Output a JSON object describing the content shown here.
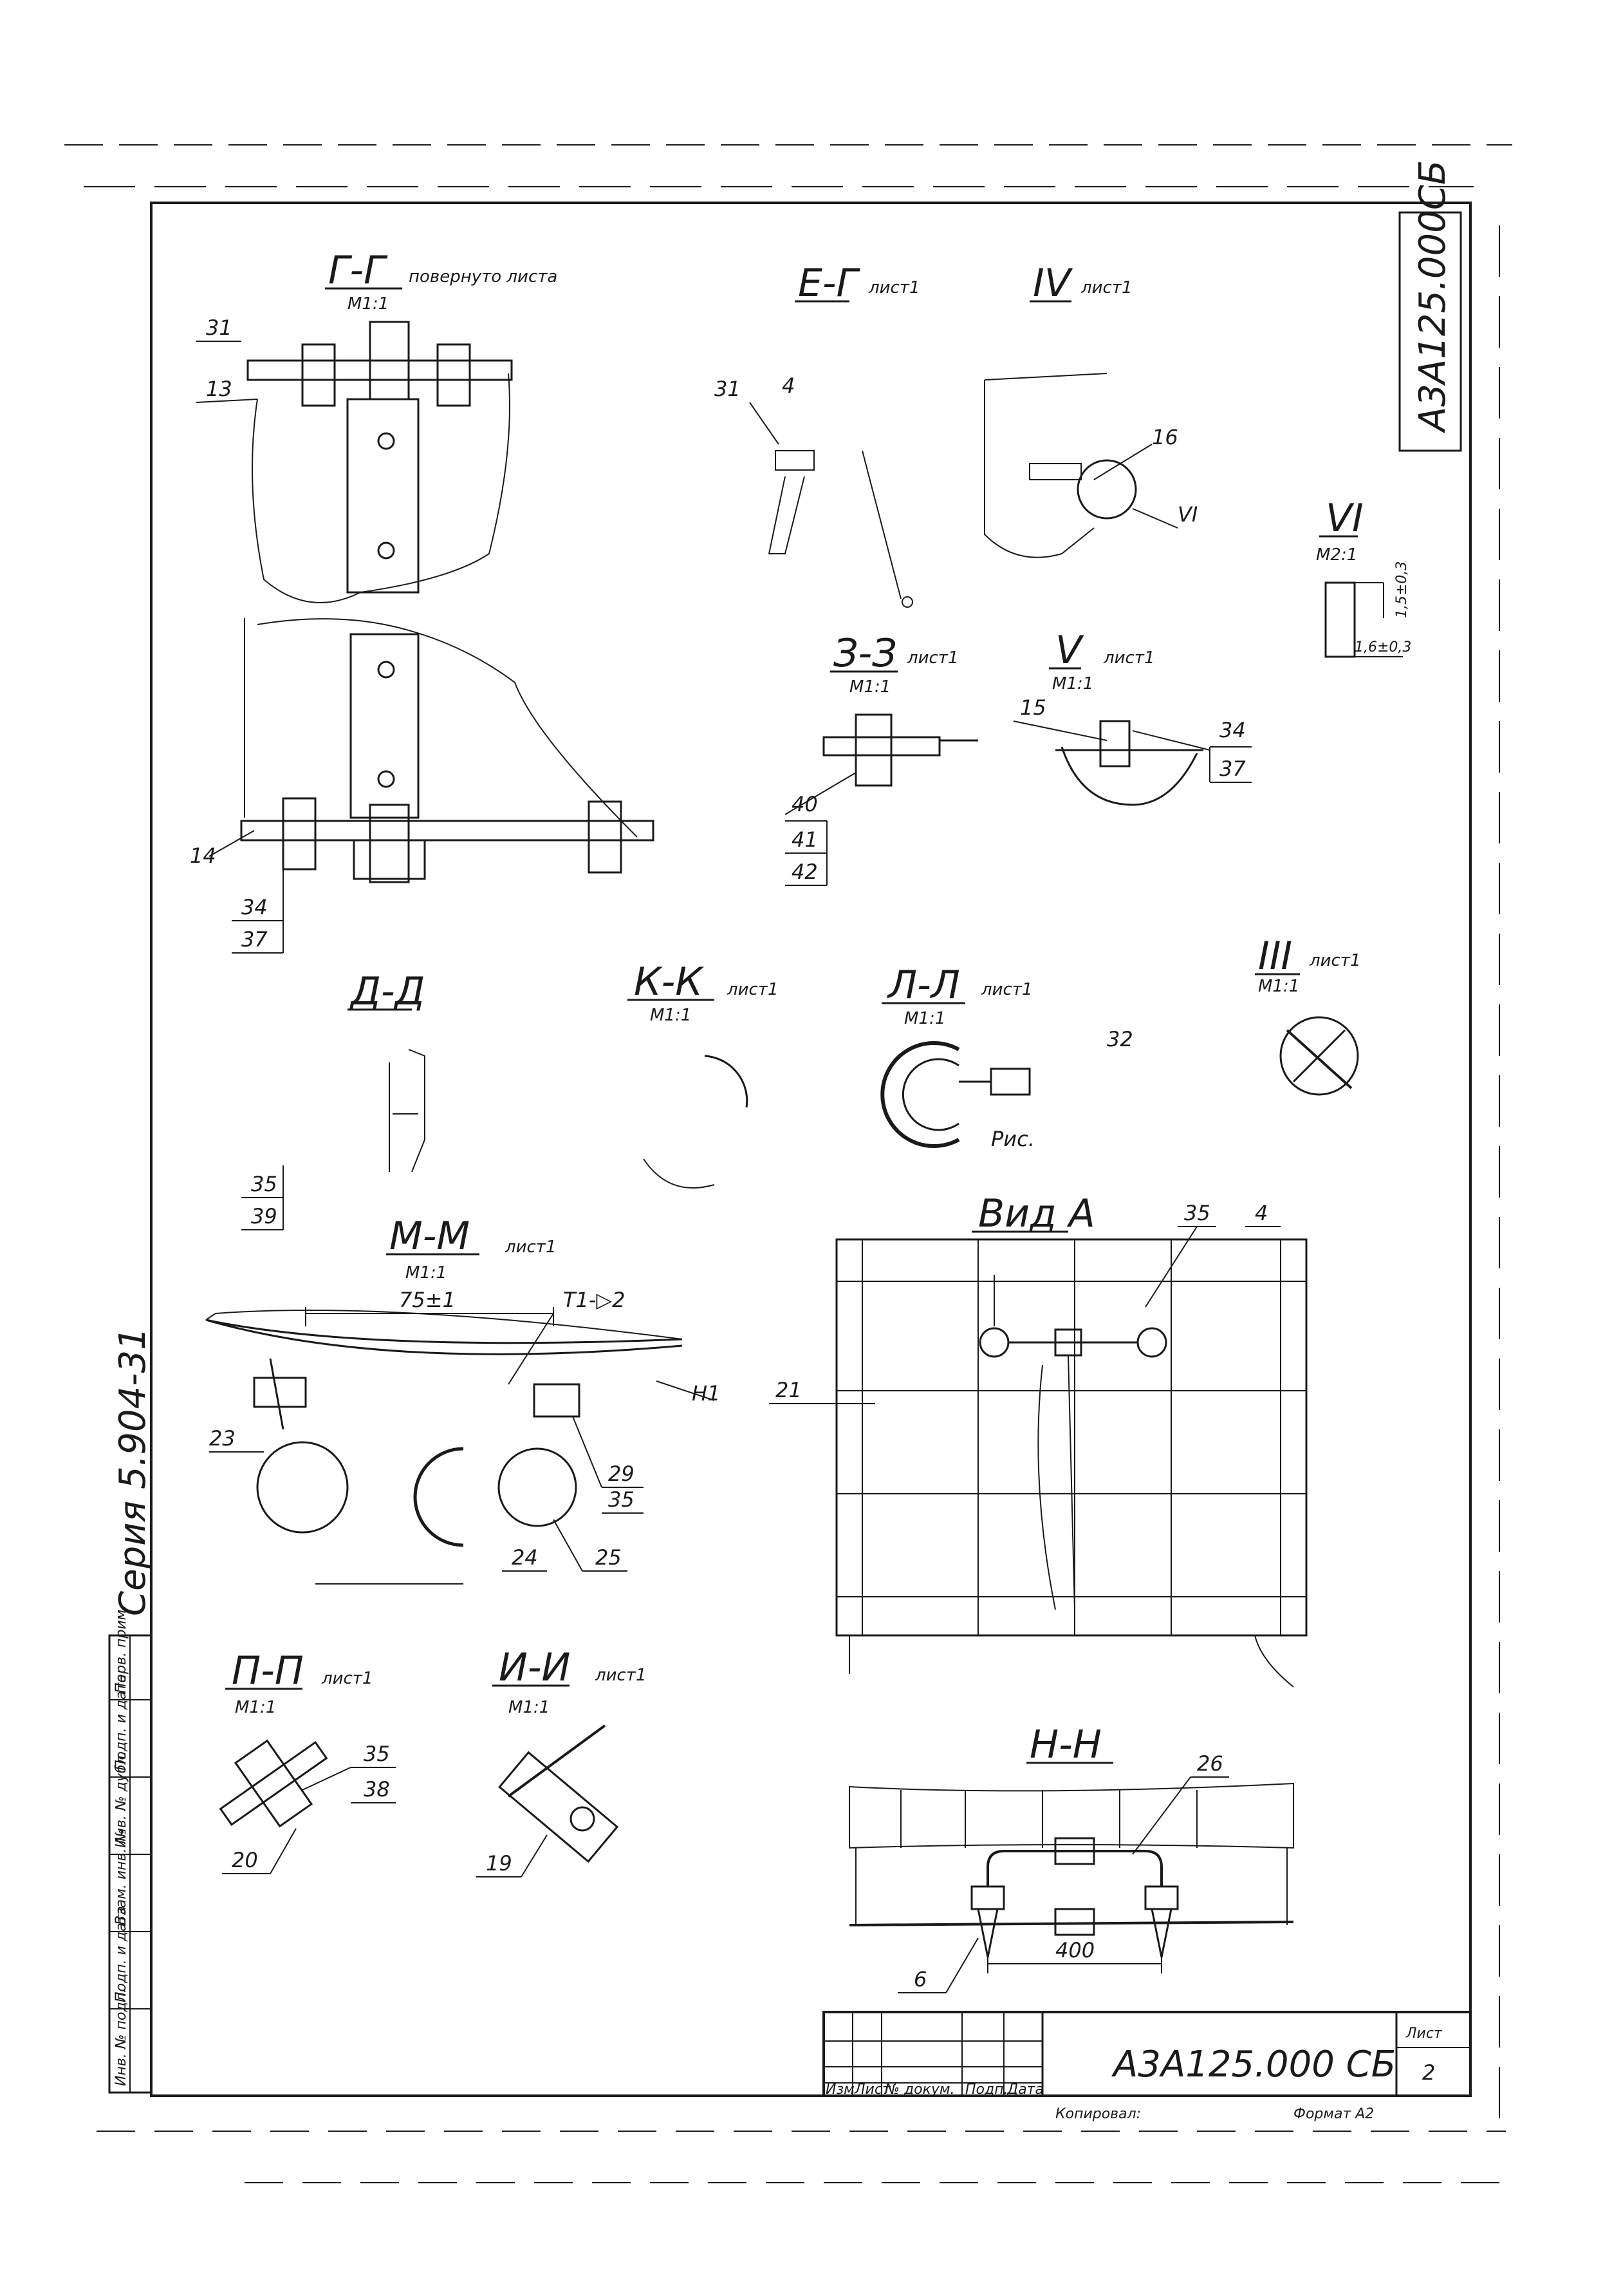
{
  "frame": {
    "stamp": "А3А125.000СБ",
    "series": "Серия 5.904-31",
    "doc_number": "А3А125.000 СБ",
    "sheet_label": "Лист",
    "sheet_number": "2",
    "copy_label": "Копировал:",
    "format_label": "Формат А2",
    "title_block_headers": [
      "Изм",
      "Лист",
      "№ докум.",
      "Подп.",
      "Дата"
    ],
    "left_strip": [
      "Инв. № подл.",
      "Подп. и дата",
      "Взам. инв. №",
      "Инв. № дубл.",
      "Подп. и дата",
      "Перв. прим."
    ]
  },
  "views": {
    "gg": {
      "title": "Г-Г",
      "note": "повернуто листа",
      "scale": "М1:1",
      "refs": [
        "31",
        "13",
        "14",
        "34",
        "37"
      ]
    },
    "eg": {
      "title": "Е-Г",
      "note": "лист1",
      "refs": [
        "31",
        "4"
      ]
    },
    "iv": {
      "title": "IV",
      "note": "лист1",
      "refs": [
        "16",
        "VI"
      ]
    },
    "vi": {
      "title": "VI",
      "scale": "М2:1",
      "dims": [
        "1,5±0,3",
        "1,6±0,3"
      ]
    },
    "zz": {
      "title": "З-З",
      "note": "лист1",
      "scale": "М1:1",
      "refs": [
        "40",
        "41",
        "42"
      ]
    },
    "v": {
      "title": "V",
      "note": "лист1",
      "scale": "М1:1",
      "refs": [
        "15",
        "34",
        "37"
      ]
    },
    "dd": {
      "title": "Д-Д",
      "refs": [
        "35",
        "39"
      ]
    },
    "kk": {
      "title": "К-К",
      "note": "лист1",
      "scale": "М1:1"
    },
    "ll": {
      "title": "Л-Л",
      "note": "лист1",
      "scale": "М1:1",
      "refs": [
        "32"
      ]
    },
    "iii": {
      "title": "III",
      "note": "лист1",
      "scale": "М1:1"
    },
    "fig": {
      "caption": "Рис."
    },
    "mm": {
      "title": "М-М",
      "note": "лист1",
      "scale": "М1:1",
      "dim": "75±1",
      "weld": "Т1-▷2",
      "refs": [
        "Н1",
        "23",
        "29",
        "35",
        "24",
        "25"
      ]
    },
    "vid": {
      "title": "Вид А",
      "refs": [
        "35",
        "4",
        "21"
      ]
    },
    "pp": {
      "title": "П-П",
      "note": "лист1",
      "scale": "М1:1",
      "refs": [
        "35",
        "38",
        "20"
      ]
    },
    "ii": {
      "title": "И-И",
      "note": "лист1",
      "scale": "М1:1",
      "refs": [
        "19"
      ]
    },
    "nn": {
      "title": "Н-Н",
      "dim": "400",
      "refs": [
        "26",
        "6"
      ]
    }
  }
}
